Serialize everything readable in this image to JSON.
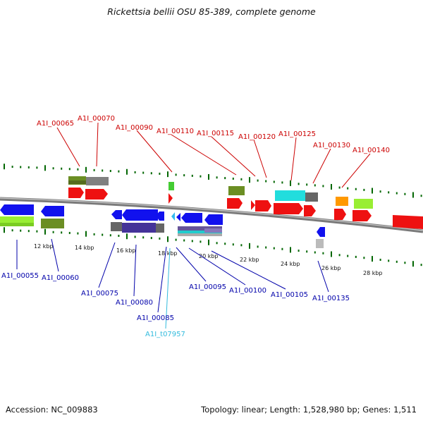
{
  "title": "Rickettsia bellii OSU 85-389, complete genome",
  "footer": {
    "accession": "Accession: NC_009883",
    "topology": "Topology: linear; Length: 1,528,980 bp; Genes: 1,511"
  },
  "colors": {
    "top_strand_label": "#cc0000",
    "bottom_strand_label": "#0000aa",
    "trna_label": "#33bbdd",
    "tick": "#006600",
    "backbone": "#888888"
  },
  "scale_labels": [
    "12 kbp",
    "14 kbp",
    "16 kbp",
    "18 kbp",
    "20 kbp",
    "22 kbp",
    "24 kbp",
    "26 kbp",
    "28 kbp"
  ],
  "top_genes": [
    "A1I_00065",
    "A1I_00070",
    "A1I_00090",
    "A1I_00110",
    "A1I_00115",
    "A1I_00120",
    "A1I_00125",
    "A1I_00130",
    "A1I_00140"
  ],
  "bottom_genes": [
    "A1I_00055",
    "A1I_00060",
    "A1I_00075",
    "A1I_00080",
    "A1I_00085",
    "A1I_00095",
    "A1I_00100",
    "A1I_00105",
    "A1I_00135"
  ],
  "trna_genes": [
    "A1I_t07957"
  ]
}
